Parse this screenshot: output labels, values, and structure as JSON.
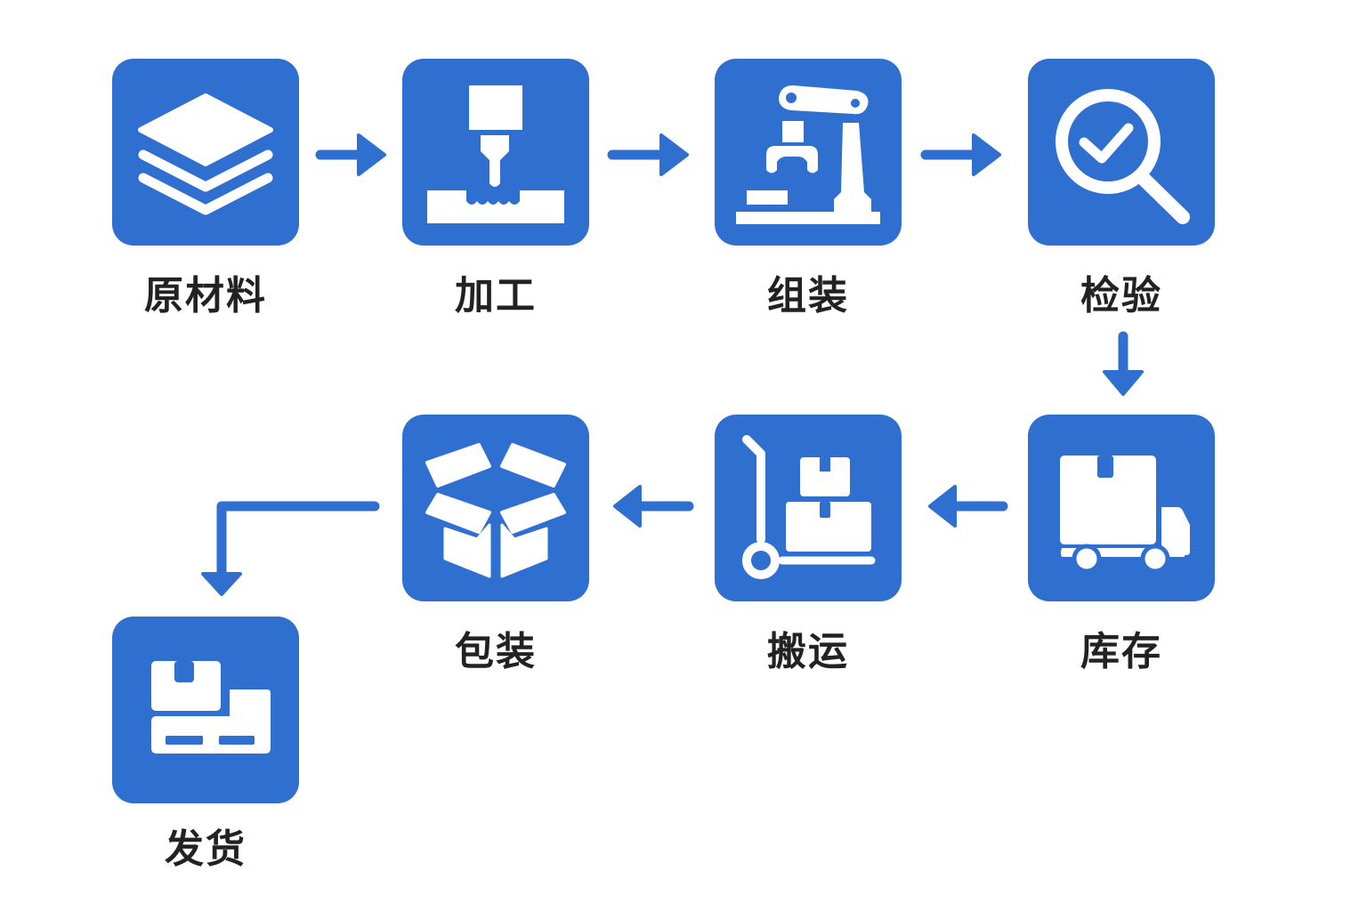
{
  "diagram": {
    "type": "process-flow",
    "accent_color": "#2f6fd0",
    "steps": [
      {
        "id": "raw-materials",
        "label": "原材料",
        "icon": "layers-icon"
      },
      {
        "id": "processing",
        "label": "加工",
        "icon": "cnc-machine-icon"
      },
      {
        "id": "assembly",
        "label": "组装",
        "icon": "robot-arm-icon"
      },
      {
        "id": "inspection",
        "label": "检验",
        "icon": "magnifier-check-icon"
      },
      {
        "id": "inventory",
        "label": "库存",
        "icon": "delivery-truck-icon"
      },
      {
        "id": "handling",
        "label": "搬运",
        "icon": "hand-truck-icon"
      },
      {
        "id": "packaging",
        "label": "包装",
        "icon": "open-box-icon"
      },
      {
        "id": "shipping",
        "label": "发货",
        "icon": "pallet-boxes-icon"
      }
    ],
    "edges": [
      {
        "from": "raw-materials",
        "to": "processing",
        "direction": "right"
      },
      {
        "from": "processing",
        "to": "assembly",
        "direction": "right"
      },
      {
        "from": "assembly",
        "to": "inspection",
        "direction": "right"
      },
      {
        "from": "inspection",
        "to": "inventory",
        "direction": "down"
      },
      {
        "from": "inventory",
        "to": "handling",
        "direction": "left"
      },
      {
        "from": "handling",
        "to": "packaging",
        "direction": "left"
      },
      {
        "from": "packaging",
        "to": "shipping",
        "direction": "left-then-down"
      }
    ]
  }
}
